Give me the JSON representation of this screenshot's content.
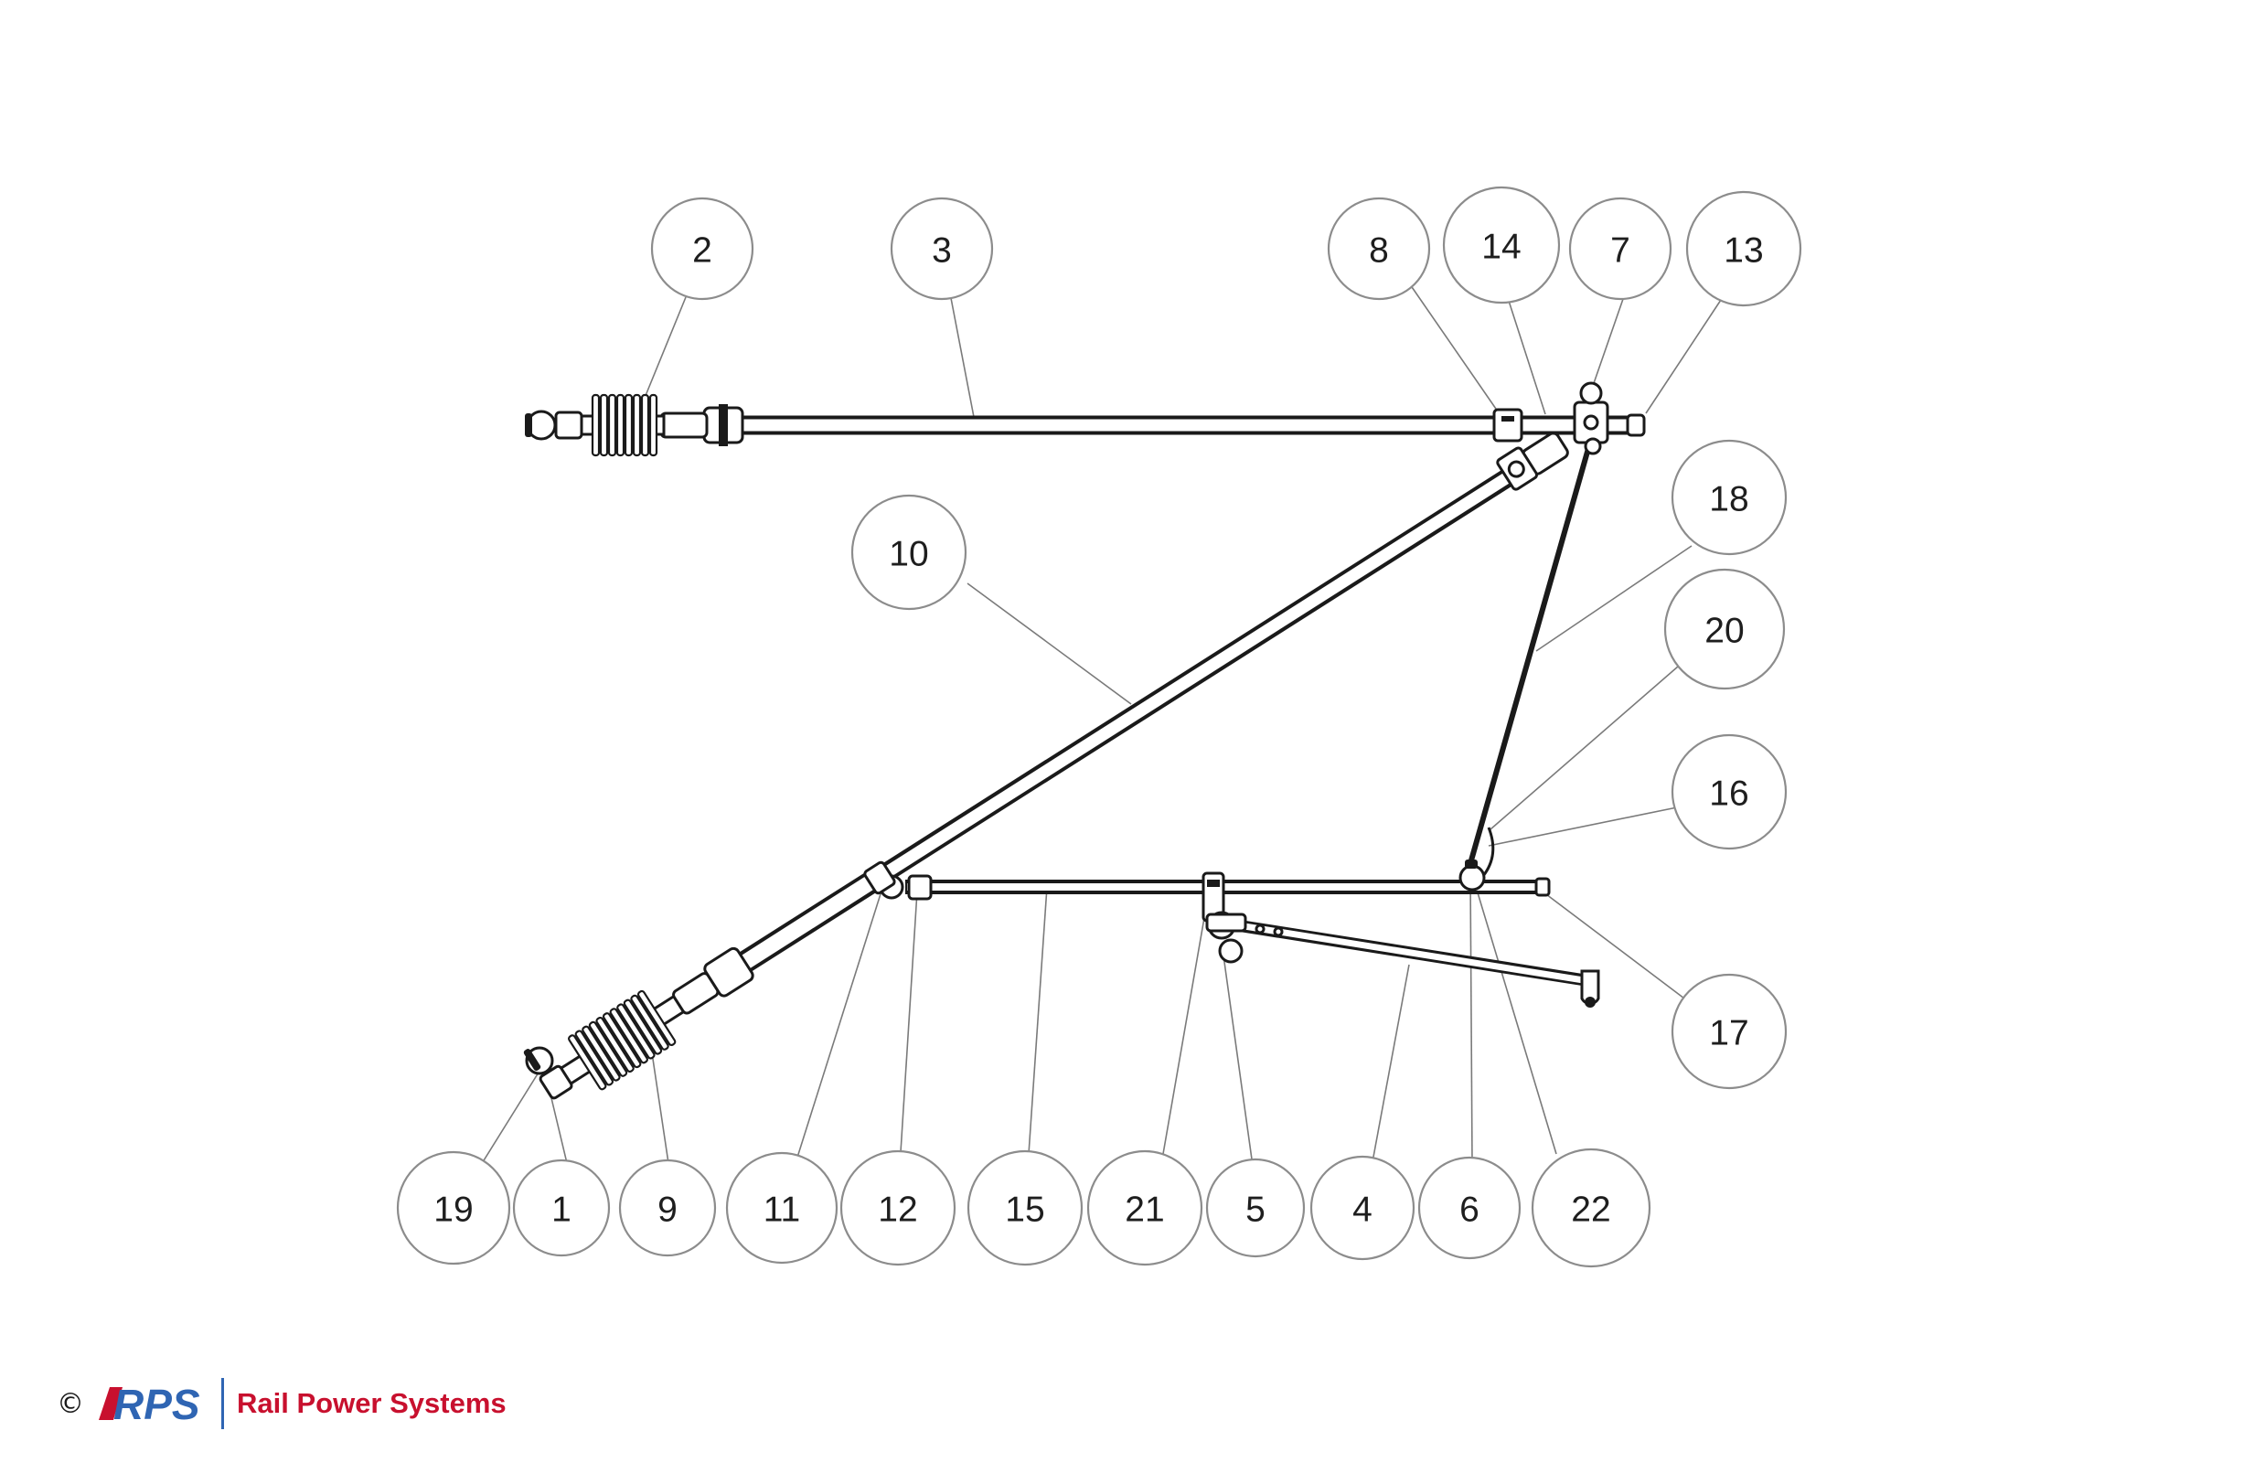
{
  "diagram": {
    "callouts": [
      {
        "id": "c2",
        "label": "2"
      },
      {
        "id": "c3",
        "label": "3"
      },
      {
        "id": "c8",
        "label": "8"
      },
      {
        "id": "c14",
        "label": "14"
      },
      {
        "id": "c7",
        "label": "7"
      },
      {
        "id": "c13",
        "label": "13"
      },
      {
        "id": "c10",
        "label": "10"
      },
      {
        "id": "c18",
        "label": "18"
      },
      {
        "id": "c20",
        "label": "20"
      },
      {
        "id": "c16",
        "label": "16"
      },
      {
        "id": "c17",
        "label": "17"
      },
      {
        "id": "c19",
        "label": "19"
      },
      {
        "id": "c1",
        "label": "1"
      },
      {
        "id": "c9",
        "label": "9"
      },
      {
        "id": "c11",
        "label": "11"
      },
      {
        "id": "c12",
        "label": "12"
      },
      {
        "id": "c15",
        "label": "15"
      },
      {
        "id": "c21",
        "label": "21"
      },
      {
        "id": "c5",
        "label": "5"
      },
      {
        "id": "c4",
        "label": "4"
      },
      {
        "id": "c6",
        "label": "6"
      },
      {
        "id": "c22",
        "label": "22"
      }
    ]
  },
  "footer": {
    "copyright": "©",
    "logo_text": "RPS",
    "brand": "Rail Power Systems"
  },
  "colors": {
    "logo_blue": "#2f65b3",
    "brand_red": "#c8102e"
  }
}
